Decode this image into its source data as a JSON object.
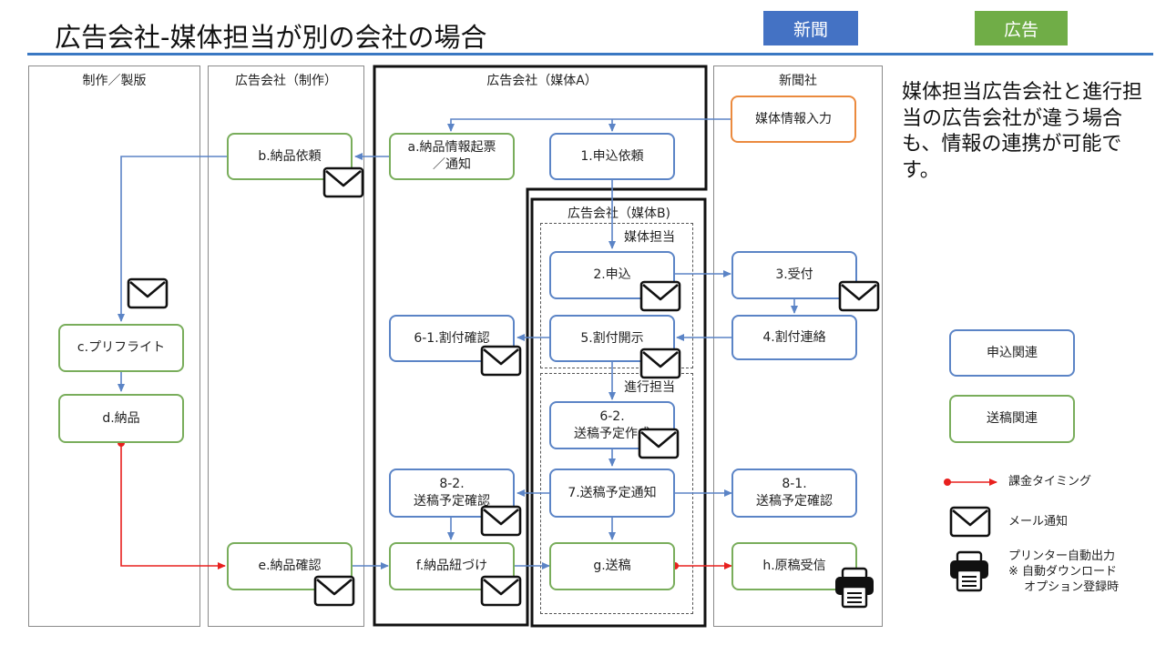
{
  "title": "広告会社-媒体担当が別の会社の場合",
  "badges": {
    "newspaper": "新聞",
    "ad": "広告"
  },
  "colors": {
    "badge_newspaper": "#4472c4",
    "badge_ad": "#70ad47",
    "blue": "#5b84c6",
    "green": "#79ad5b",
    "orange": "#eb8a3e",
    "red": "#e8201e",
    "title_rule": "#3a78c3"
  },
  "lanes": {
    "production": "制作／製版",
    "agency_production": "広告会社（制作）",
    "agency_media_a": "広告会社（媒体A）",
    "newspaper": "新聞社",
    "agency_media_b": "広告会社（媒体B)",
    "media_section": "媒体担当",
    "progress_section": "進行担当"
  },
  "boxes": {
    "media_info": "媒体情報入力",
    "a": "a.納品情報起票\n／通知",
    "one": "1.申込依頼",
    "b": "b.納品依頼",
    "two": "2.申込",
    "three": "3.受付",
    "four": "4.割付連絡",
    "five": "5.割付開示",
    "six_one": "6-1.割付確認",
    "c": "c.プリフライト",
    "d": "d.納品",
    "six_two": "6-2.\n送稿予定作成",
    "seven": "7.送稿予定通知",
    "eight_two": "8-2.\n送稿予定確認",
    "eight_one": "8-1.\n送稿予定確認",
    "e": "e.納品確認",
    "f": "f.納品紐づけ",
    "g": "g.送稿",
    "h": "h.原稿受信"
  },
  "description": "媒体担当広告会社と進行担当の広告会社が違う場合も、情報の連携が可能です。",
  "legend": {
    "apply": "申込関連",
    "send": "送稿関連",
    "billing": "課金タイミング",
    "mail": "メール通知",
    "printer": "プリンター自動出力\n※ 自動ダウンロード\n　 オプション登録時"
  },
  "icons": {
    "mail": "envelope-icon",
    "printer": "printer-icon"
  }
}
